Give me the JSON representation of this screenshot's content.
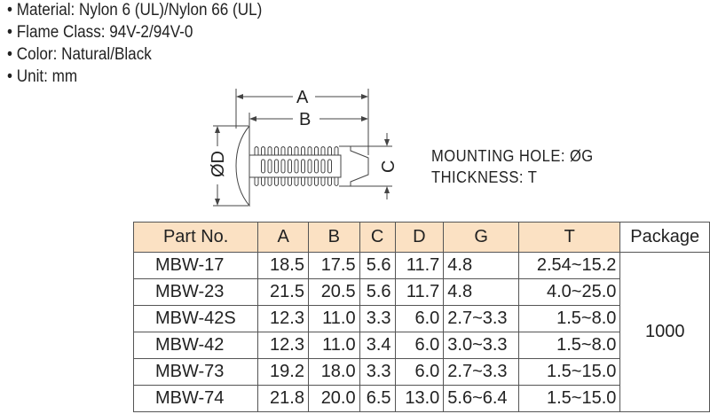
{
  "specs": [
    "• Material: Nylon 6 (UL)/Nylon 66 (UL)",
    "• Flame Class: 94V-2/94V-0",
    "• Color: Natural/Black",
    "• Unit: mm"
  ],
  "diagram": {
    "label_a": "A",
    "label_b": "B",
    "label_c": "C",
    "label_d": "ØD"
  },
  "notes": [
    "MOUNTING HOLE: ØG",
    "THICKNESS: T"
  ],
  "table": {
    "headers": [
      "Part No.",
      "A",
      "B",
      "C",
      "D",
      "G",
      "T",
      "Package"
    ],
    "package": "1000",
    "rows": [
      [
        "MBW-17",
        "18.5",
        "17.5",
        "5.6",
        "11.7",
        "4.8",
        "2.54~15.2"
      ],
      [
        "MBW-23",
        "21.5",
        "20.5",
        "5.6",
        "11.7",
        "4.8",
        "4.0~25.0"
      ],
      [
        "MBW-42S",
        "12.3",
        "11.0",
        "3.3",
        "6.0",
        "2.7~3.3",
        "1.5~8.0"
      ],
      [
        "MBW-42",
        "12.3",
        "11.0",
        "3.4",
        "6.0",
        "3.0~3.3",
        "1.5~8.0"
      ],
      [
        "MBW-73",
        "19.2",
        "18.0",
        "3.3",
        "6.0",
        "2.7~3.3",
        "1.5~15.0"
      ],
      [
        "MBW-74",
        "21.8",
        "20.0",
        "6.5",
        "13.0",
        "5.6~6.4",
        "1.5~15.0"
      ]
    ]
  }
}
